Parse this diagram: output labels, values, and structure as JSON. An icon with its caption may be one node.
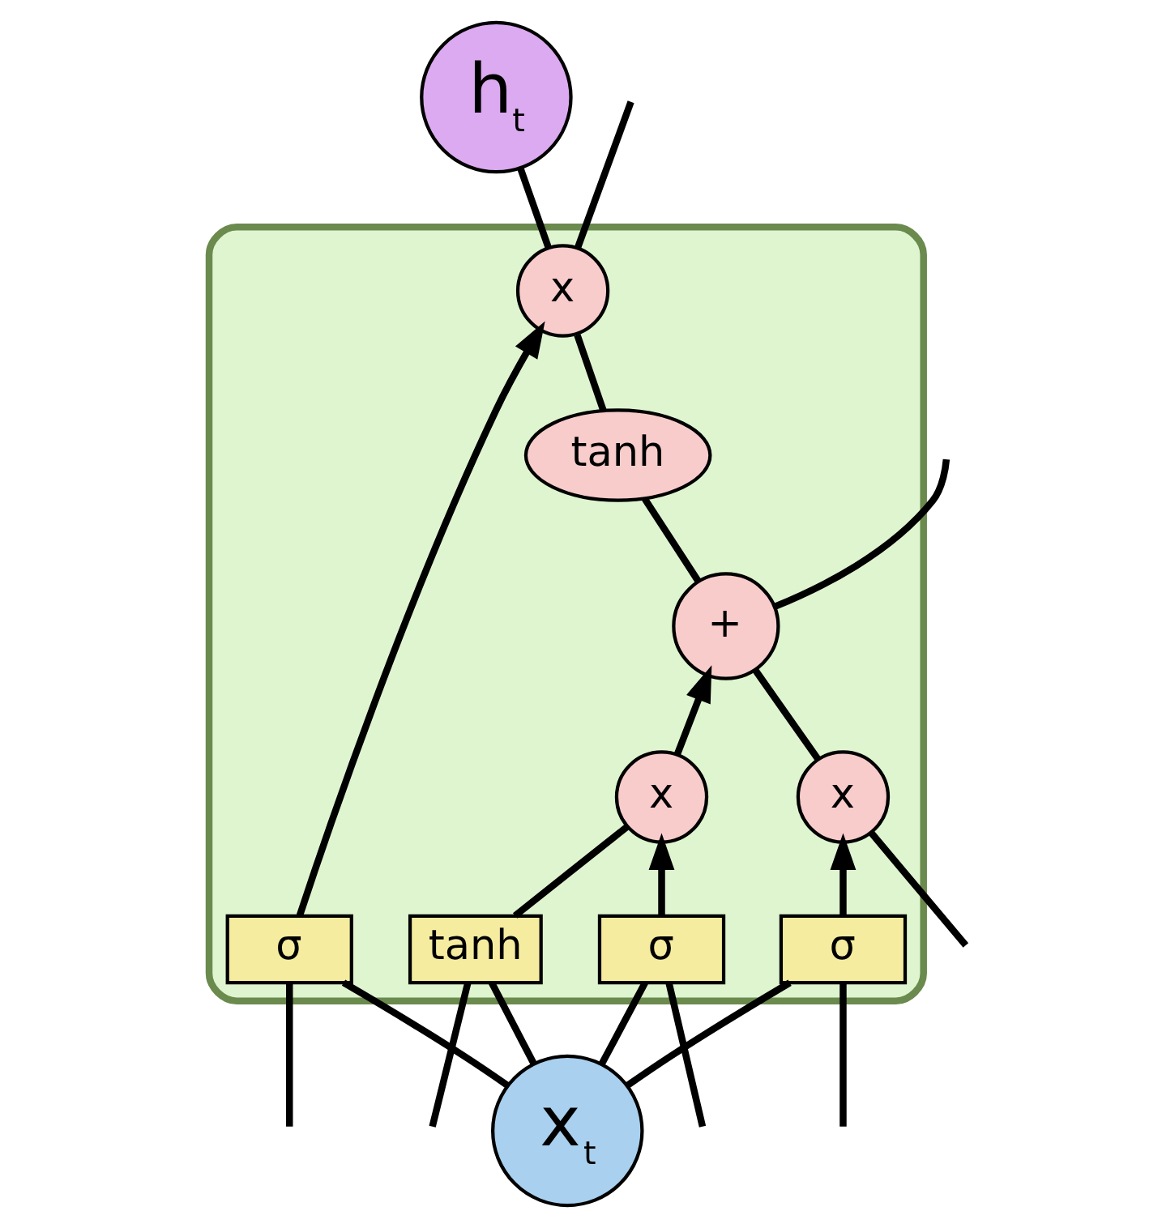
{
  "diagram": {
    "nodes": [
      {
        "text": [],
        "shape": "box"
      },
      {
        "text": [
          "h$_{t}$"
        ]
      },
      {
        "text": [
          "x"
        ],
        "in": 0
      },
      {
        "text": [
          "+"
        ],
        "in": 0
      },
      {
        "text": [
          "tanh"
        ],
        "in": 0
      },
      {
        "text": [
          "x"
        ],
        "in": 0
      },
      {
        "text": [
          "x"
        ],
        "in": 0
      },
      {
        "text": [
          "σ"
        ],
        "in": 0
      },
      {
        "text": [
          "σ"
        ],
        "in": 0
      },
      {
        "text": [
          "tanh"
        ],
        "in": 0
      },
      {
        "text": [
          "σ"
        ],
        "in": 0
      },
      {
        "text": [
          "x$_{t}$"
        ]
      }
    ],
    "edges": [
      {
        "from": null,
        "to": 2,
        "arrow": "none"
      },
      {
        "from": 2,
        "to": 3,
        "arrow": "none"
      },
      {
        "from": 3,
        "to": null,
        "arrow": "none"
      },
      {
        "from": 3,
        "to": 4,
        "arrow": "none"
      },
      {
        "from": 4,
        "to": 6,
        "arrow": "none"
      },
      {
        "from": 6,
        "to": 1,
        "arrow": "none"
      },
      {
        "from": 6,
        "to": null,
        "arrow": "none"
      },
      {
        "from": null,
        "to": 7,
        "arrow": "none"
      },
      {
        "from": null,
        "to": 8,
        "arrow": "none"
      },
      {
        "from": null,
        "to": 9,
        "arrow": "none"
      },
      {
        "from": null,
        "to": 10,
        "arrow": "none"
      },
      {
        "from": 11,
        "to": 7,
        "arrow": "none"
      },
      {
        "from": 11,
        "to": 8,
        "arrow": "none"
      },
      {
        "from": 11,
        "to": 9,
        "arrow": "none"
      },
      {
        "from": 11,
        "to": 10,
        "arrow": "none"
      },
      {
        "from": 7,
        "to": 2,
        "arrow": "to"
      },
      {
        "from": 8,
        "to": 5,
        "arrow": "to"
      },
      {
        "from": 9,
        "to": 5,
        "arrow": "none"
      },
      {
        "from": 5,
        "to": 3,
        "arrow": "to"
      },
      {
        "from": 10,
        "to": 6,
        "arrow": "to"
      }
    ]
  }
}
